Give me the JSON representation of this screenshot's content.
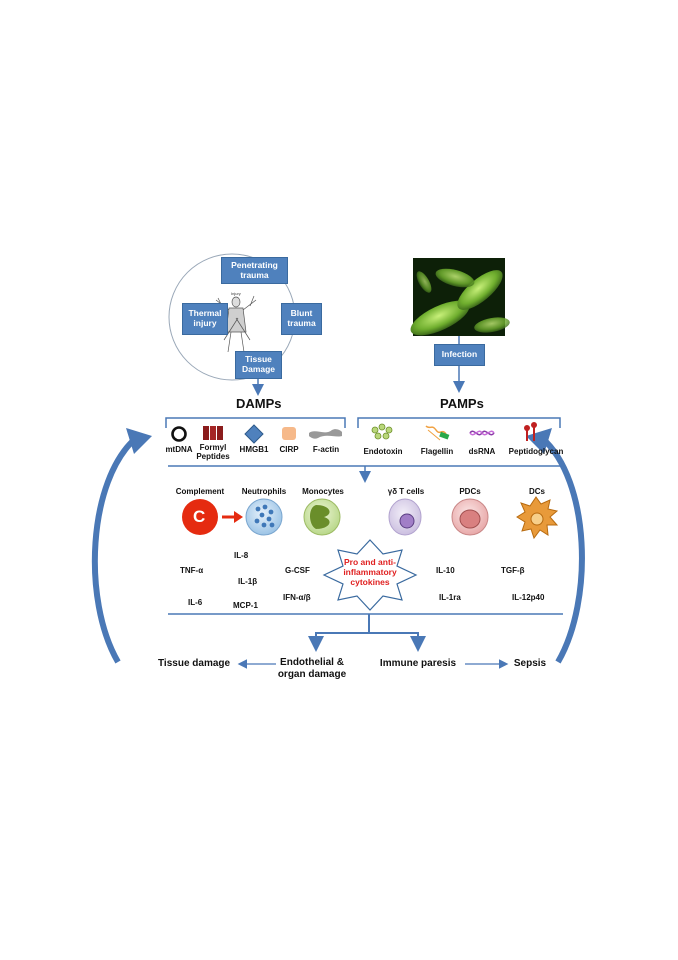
{
  "damps_source": {
    "penetrating_trauma": "Penetrating\ntrauma",
    "thermal_injury": "Thermal\ninjury",
    "blunt_trauma": "Blunt\ntrauma",
    "tissue_damage": "Tissue\nDamage",
    "injury_caption": "Injury"
  },
  "pamps_source": {
    "infection": "Infection"
  },
  "headers": {
    "damps": "DAMPs",
    "pamps": "PAMPs"
  },
  "damps": [
    "mtDNA",
    "Formyl\nPeptides",
    "HMGB1",
    "CIRP",
    "F-actin"
  ],
  "pamps": [
    "Endotoxin",
    "Flagellin",
    "dsRNA",
    "Peptidoglycan"
  ],
  "cells": [
    "Complement",
    "Neutrophils",
    "Monocytes",
    "γδ T cells",
    "PDCs",
    "DCs"
  ],
  "complement_letter": "C",
  "cytokines": {
    "tnf": "TNF-α",
    "il6": "IL-6",
    "il8": "IL-8",
    "il1b": "IL-1β",
    "mcp1": "MCP-1",
    "gcsf": "G-CSF",
    "ifn": "IFN-α/β",
    "il10": "IL-10",
    "il1ra": "IL-1ra",
    "tgfb": "TGF-β",
    "il12": "IL-12p40",
    "star_label": "Pro and anti-\ninflammatory\ncytokines"
  },
  "outcomes": {
    "tissue_damage": "Tissue damage",
    "endothelial": "Endothelial &\norgan damage",
    "immune_paresis": "Immune paresis",
    "sepsis": "Sepsis"
  },
  "colors": {
    "box_blue": "#4f81bd",
    "arrow_blue": "#4a78b6",
    "complement_red": "#e52b10",
    "star_text": "#e02020"
  }
}
